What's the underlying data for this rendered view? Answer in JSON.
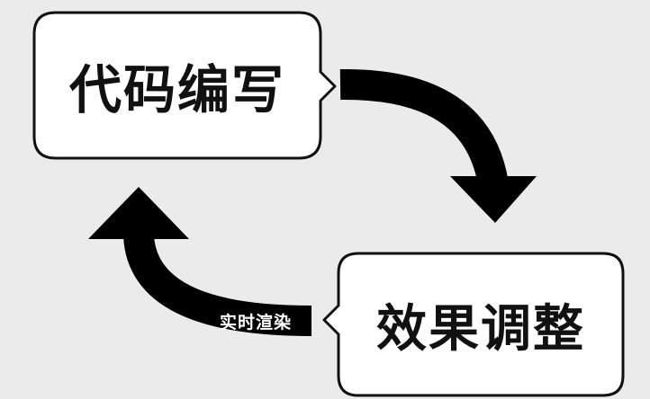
{
  "nodes": {
    "code_writing": "代码编写",
    "effect_adjust": "效果调整"
  },
  "arrows": {
    "feedback_label": "实时渲染"
  },
  "colors": {
    "background": "#ebebeb",
    "box_fill": "#ffffff",
    "stroke": "#111111",
    "arrow": "#000000",
    "arrow_label_text": "#ffffff"
  }
}
